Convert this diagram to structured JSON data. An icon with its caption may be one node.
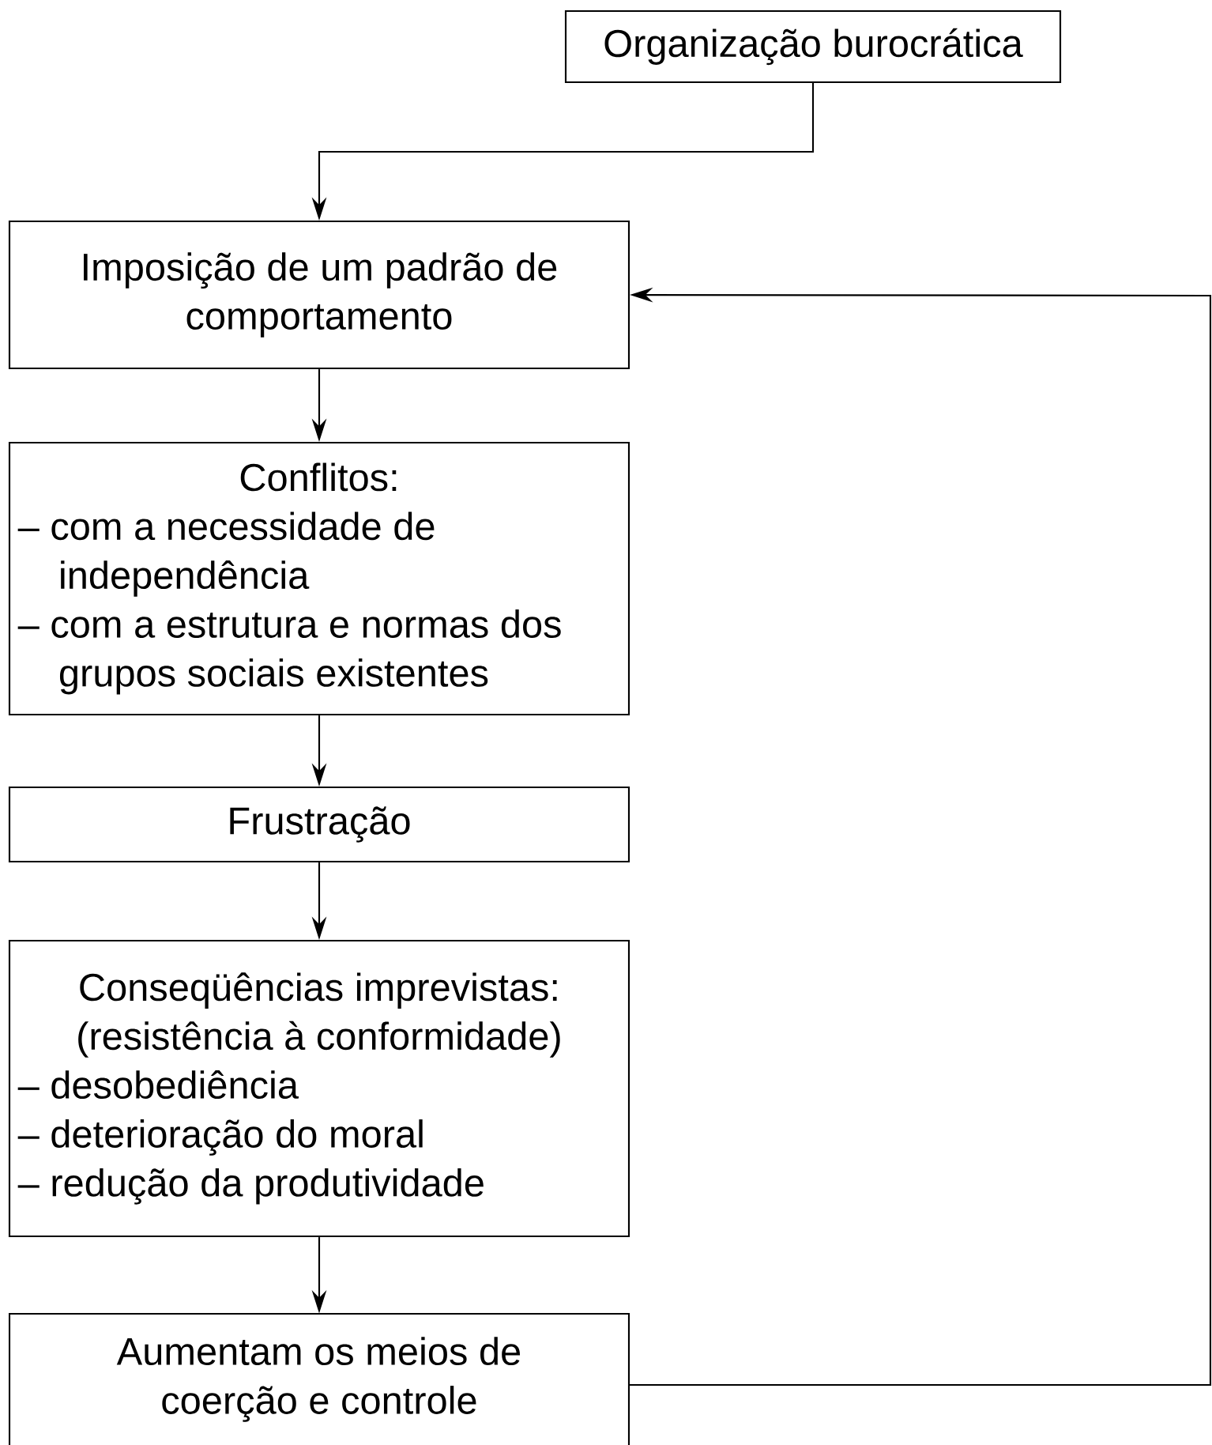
{
  "diagram": {
    "nodes": [
      {
        "text": [
          "Organização burocrática"
        ]
      },
      {
        "text": [
          "Imposição de um padrão de comportamento"
        ]
      },
      {
        "text": [
          "Conflitos:",
          "– com a necessidade de independência",
          "– com a estrutura e normas dos grupos sociais existentes"
        ]
      },
      {
        "text": [
          "Frustração"
        ]
      },
      {
        "text": [
          "Conseqüências imprevistas:",
          "(resistência à conformidade)",
          "– desobediência",
          "– deterioração do moral",
          "– redução da produtividade"
        ]
      },
      {
        "text": [
          "Aumentam os meios de coerção e controle"
        ]
      }
    ],
    "edges": [
      {
        "from": 0,
        "to": 1,
        "arrow": "to"
      },
      {
        "from": 1,
        "to": 2,
        "arrow": "to"
      },
      {
        "from": 2,
        "to": 3,
        "arrow": "to"
      },
      {
        "from": 3,
        "to": 4,
        "arrow": "to"
      },
      {
        "from": 4,
        "to": 5,
        "arrow": "to"
      },
      {
        "from": 5,
        "to": 1,
        "arrow": "to"
      }
    ]
  }
}
